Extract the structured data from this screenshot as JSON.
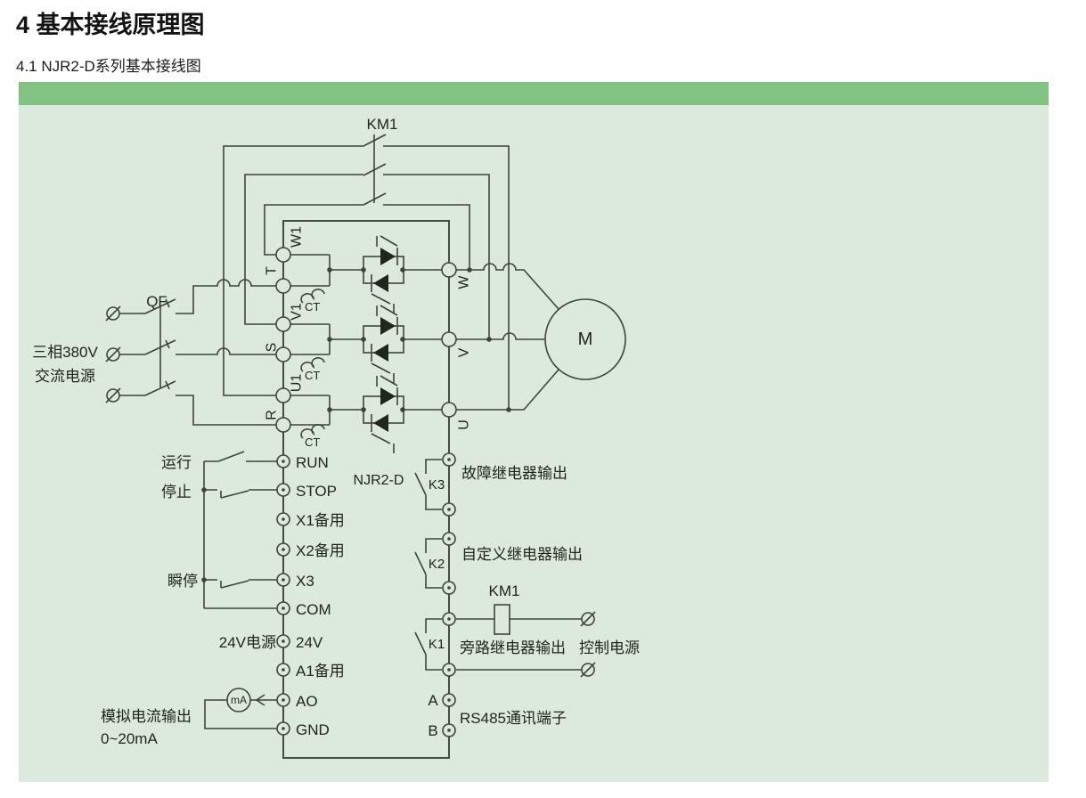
{
  "page": {
    "title": "4 基本接线原理图",
    "subtitle": "4.1 NJR2-D系列基本接线图"
  },
  "colors": {
    "banner_green": "#82c384",
    "canvas_green": "#dceadd",
    "line": "#3d433d"
  },
  "power": {
    "km1_bypass_label": "KM1",
    "breaker_label": "QF",
    "source_label_line1": "三相380V",
    "source_label_line2": "交流电源",
    "bypass_terminals": [
      "W1",
      "V1",
      "U1"
    ],
    "input_terminals": [
      "T",
      "S",
      "R"
    ],
    "output_terminals": [
      "W",
      "V",
      "U"
    ],
    "ct_label": "CT",
    "motor_label": "M"
  },
  "device": {
    "model": "NJR2-D"
  },
  "control_inputs": {
    "terminals": [
      "RUN",
      "STOP",
      "X1备用",
      "X2备用",
      "X3",
      "COM",
      "24V",
      "A1备用",
      "AO",
      "GND"
    ],
    "run_label": "运行",
    "stop_label": "停止",
    "jog_label": "瞬停",
    "psu_label": "24V电源",
    "analog_label_line1": "模拟电流输出",
    "analog_label_line2": "0~20mA",
    "meter_label": "mA"
  },
  "relay_outputs": {
    "k3_name": "K3",
    "k3_desc": "故障继电器输出",
    "k2_name": "K2",
    "k2_desc": "自定义继电器输出",
    "k1_name": "K1",
    "k1_desc": "旁路继电器输出",
    "km1_coil_label": "KM1",
    "control_power_label": "控制电源"
  },
  "comm": {
    "a_label": "A",
    "b_label": "B",
    "desc": "RS485通讯端子"
  }
}
